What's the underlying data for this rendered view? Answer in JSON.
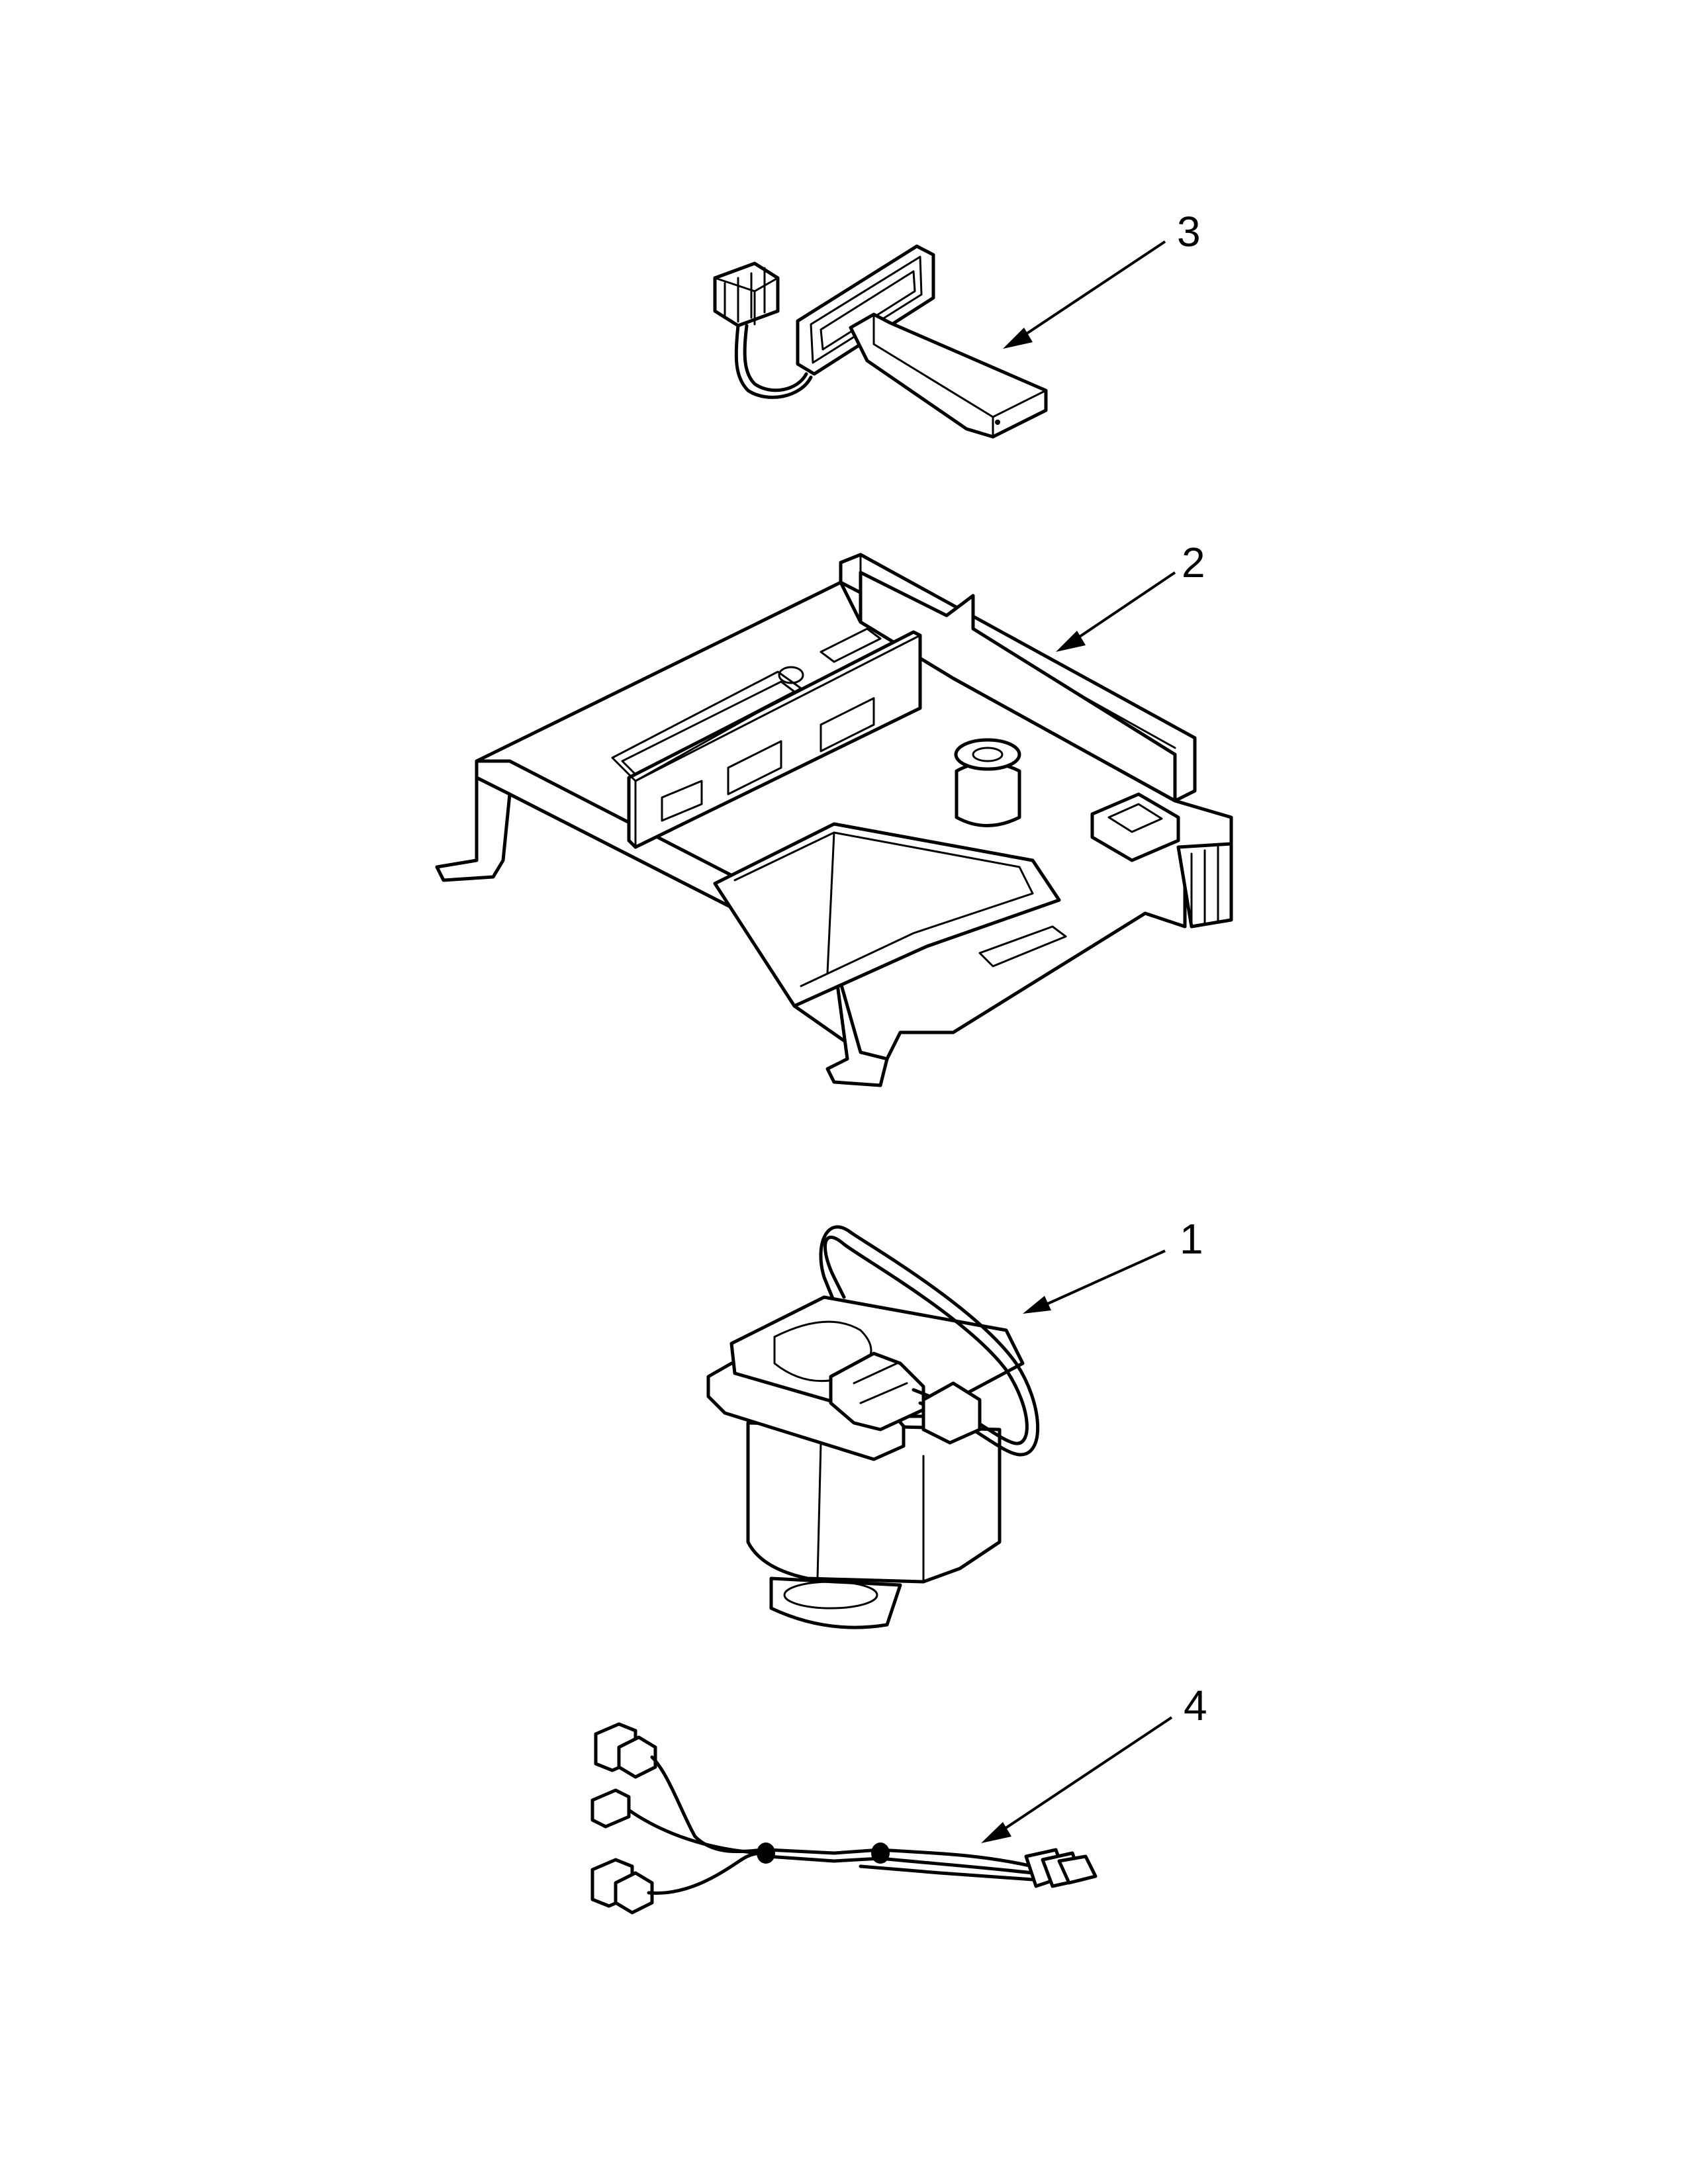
{
  "callouts": [
    {
      "id": "part-3",
      "label": "3"
    },
    {
      "id": "part-2",
      "label": "2"
    },
    {
      "id": "part-1",
      "label": "1"
    },
    {
      "id": "part-4",
      "label": "4"
    }
  ]
}
